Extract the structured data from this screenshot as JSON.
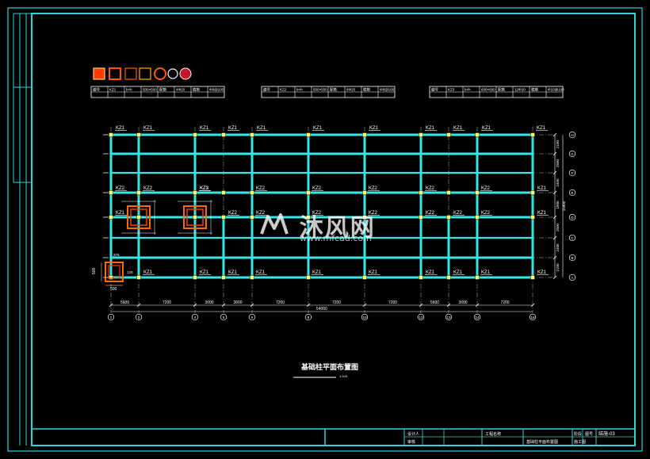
{
  "plan": {
    "title": "基础柱平面布置图",
    "scale": "1:100",
    "column_codes": {
      "kz1": "KZ1",
      "kz2": "KZ2",
      "kz3": "KZ3"
    },
    "x_axes": [
      "1",
      "2",
      "4",
      "5",
      "6",
      "8",
      "10",
      "12",
      "13",
      "14",
      "16"
    ],
    "y_axes": [
      "H",
      "G",
      "F",
      "E",
      "D",
      "C",
      "B",
      "A"
    ],
    "bottom_dims": [
      "5600",
      "7200",
      "3600",
      "3600",
      "7200",
      "7200",
      "7200",
      "5600",
      "3600",
      "7200"
    ],
    "total_dim": "54000",
    "right_dims": [
      "2100",
      "2500",
      "2400",
      "1800",
      "2500",
      "2400",
      "2100"
    ],
    "right_total": "15800",
    "detail": {
      "width": "500",
      "height": "500",
      "offset_a": "375",
      "offset_b": "125"
    }
  },
  "legend_tables": {
    "left": [
      "编号",
      "KZ1",
      "b×h",
      "500×500",
      "配筋",
      "4Φ20",
      "箍筋",
      "Φ8@100"
    ],
    "middle": [
      "编号",
      "KZ2",
      "b×h",
      "500×500",
      "配筋",
      "8Φ20",
      "箍筋",
      "Φ8@100"
    ],
    "right": [
      "编号",
      "KZ3",
      "b×h",
      "600×600",
      "配筋",
      "12Φ20",
      "箍筋",
      "Φ10@100"
    ]
  },
  "title_block": {
    "designer_label": "设计人",
    "checker_label": "审核",
    "project_label": "工程名称",
    "drawing_label": "图号",
    "drawing_no": "结施-03",
    "stage_label": "阶段",
    "stage": "施工图",
    "drawing_name": "基础柱平面布置图"
  },
  "watermark": {
    "text": "沐风网",
    "url": "www.mfcad.com"
  }
}
